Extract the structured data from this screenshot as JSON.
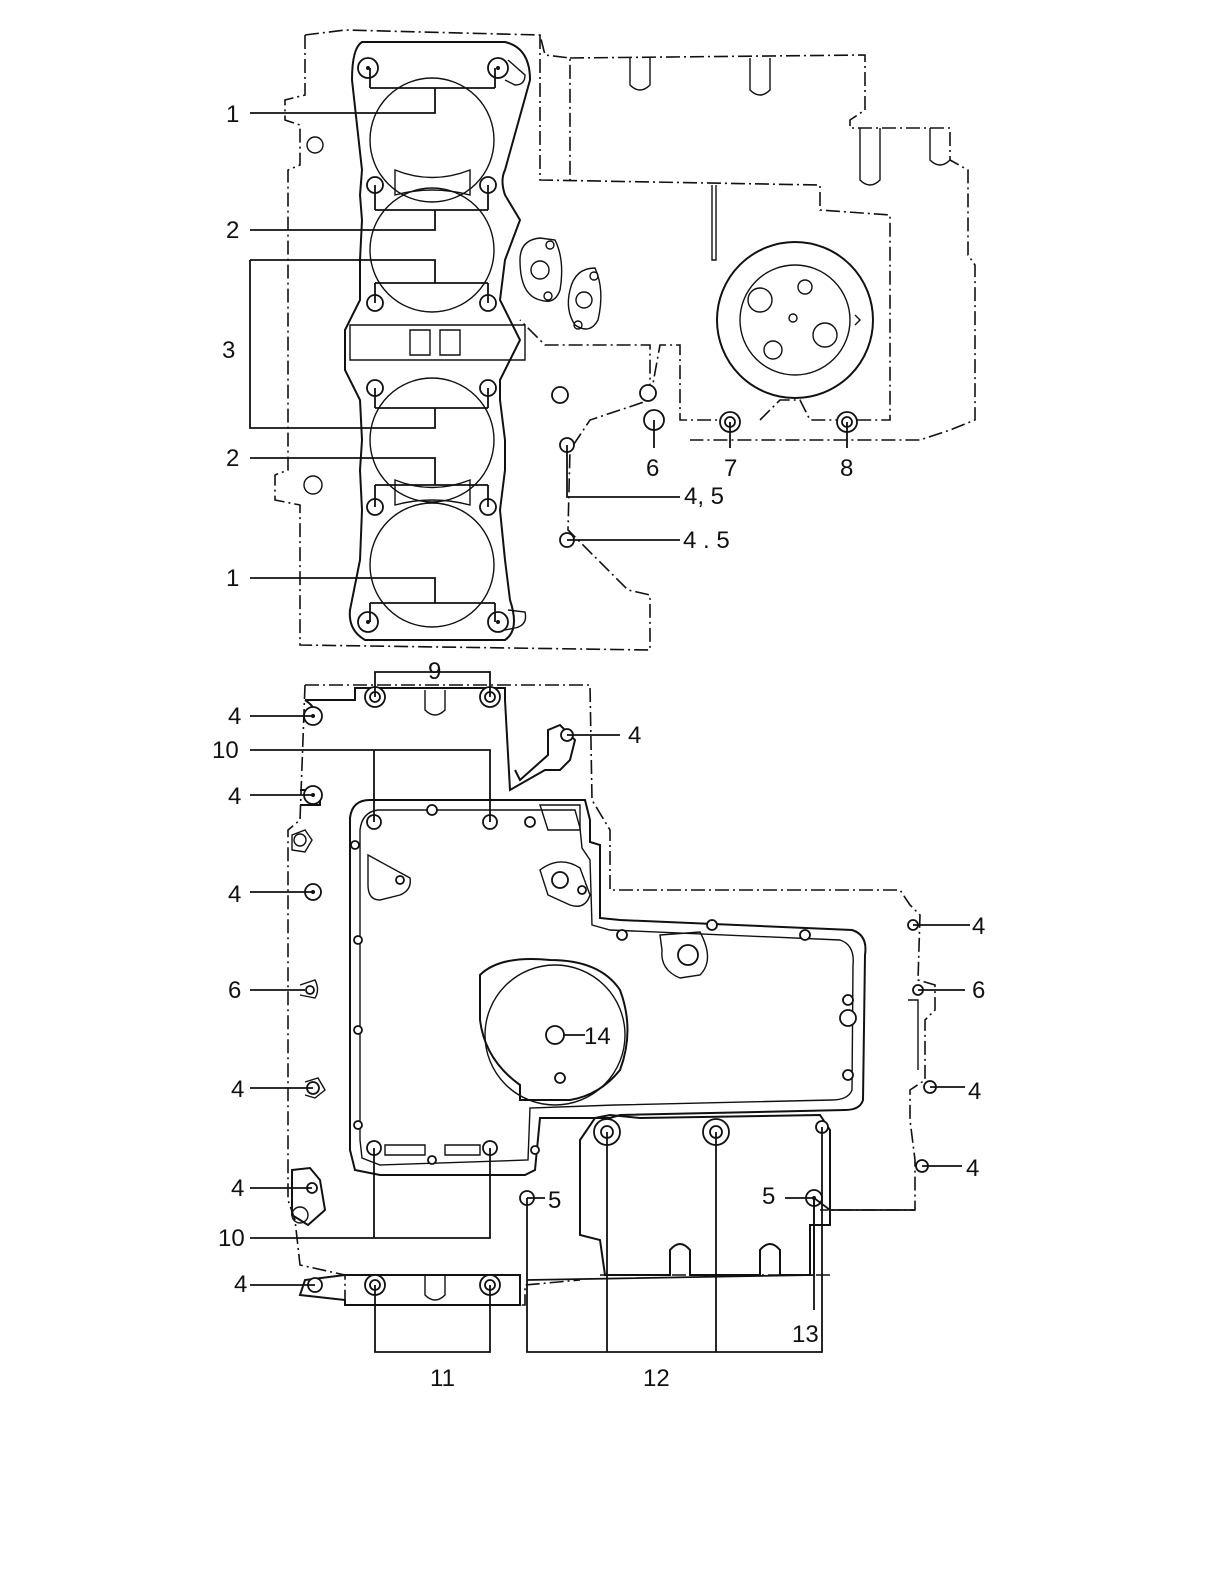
{
  "callouts": {
    "upper": {
      "c1_top": "1",
      "c2_top": "2",
      "c3": "3",
      "c2_bottom": "2",
      "c1_bottom": "1",
      "c6": "6",
      "c7": "7",
      "c8": "8",
      "c45_a": "4, 5",
      "c45_b": "4 . 5"
    },
    "lower": {
      "c9": "9",
      "c4_a": "4",
      "c4_b": "4",
      "c10_top": "10",
      "c4_c": "4",
      "c4_d": "4",
      "c6_left": "6",
      "c4_e": "4",
      "c4_f": "4",
      "c10_bottom": "10",
      "c4_g": "4",
      "c14": "14",
      "c4_right1": "4",
      "c6_right": "6",
      "c4_right2": "4",
      "c4_right3": "4",
      "c5_a": "5",
      "c5_b": "5",
      "c11": "11",
      "c12": "12",
      "c13": "13"
    }
  }
}
